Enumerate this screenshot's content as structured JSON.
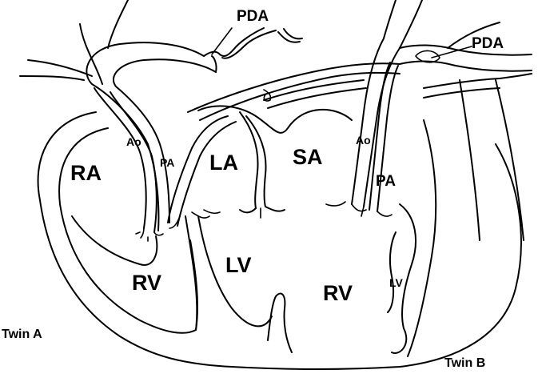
{
  "labels": {
    "ra": "RA",
    "rv_a": "RV",
    "ao_a": "Ao",
    "pa_a": "PA",
    "pda_a": "PDA",
    "la": "LA",
    "lv_shared": "LV",
    "sa": "SA",
    "rv_b": "RV",
    "ao_b": "Ao",
    "pa_b": "PA",
    "pda_b": "PDA",
    "lv_b": "LV",
    "twin_a": "Twin A",
    "twin_b": "Twin B"
  },
  "colors": {
    "ink": "#000000",
    "paper": "#ffffff"
  }
}
